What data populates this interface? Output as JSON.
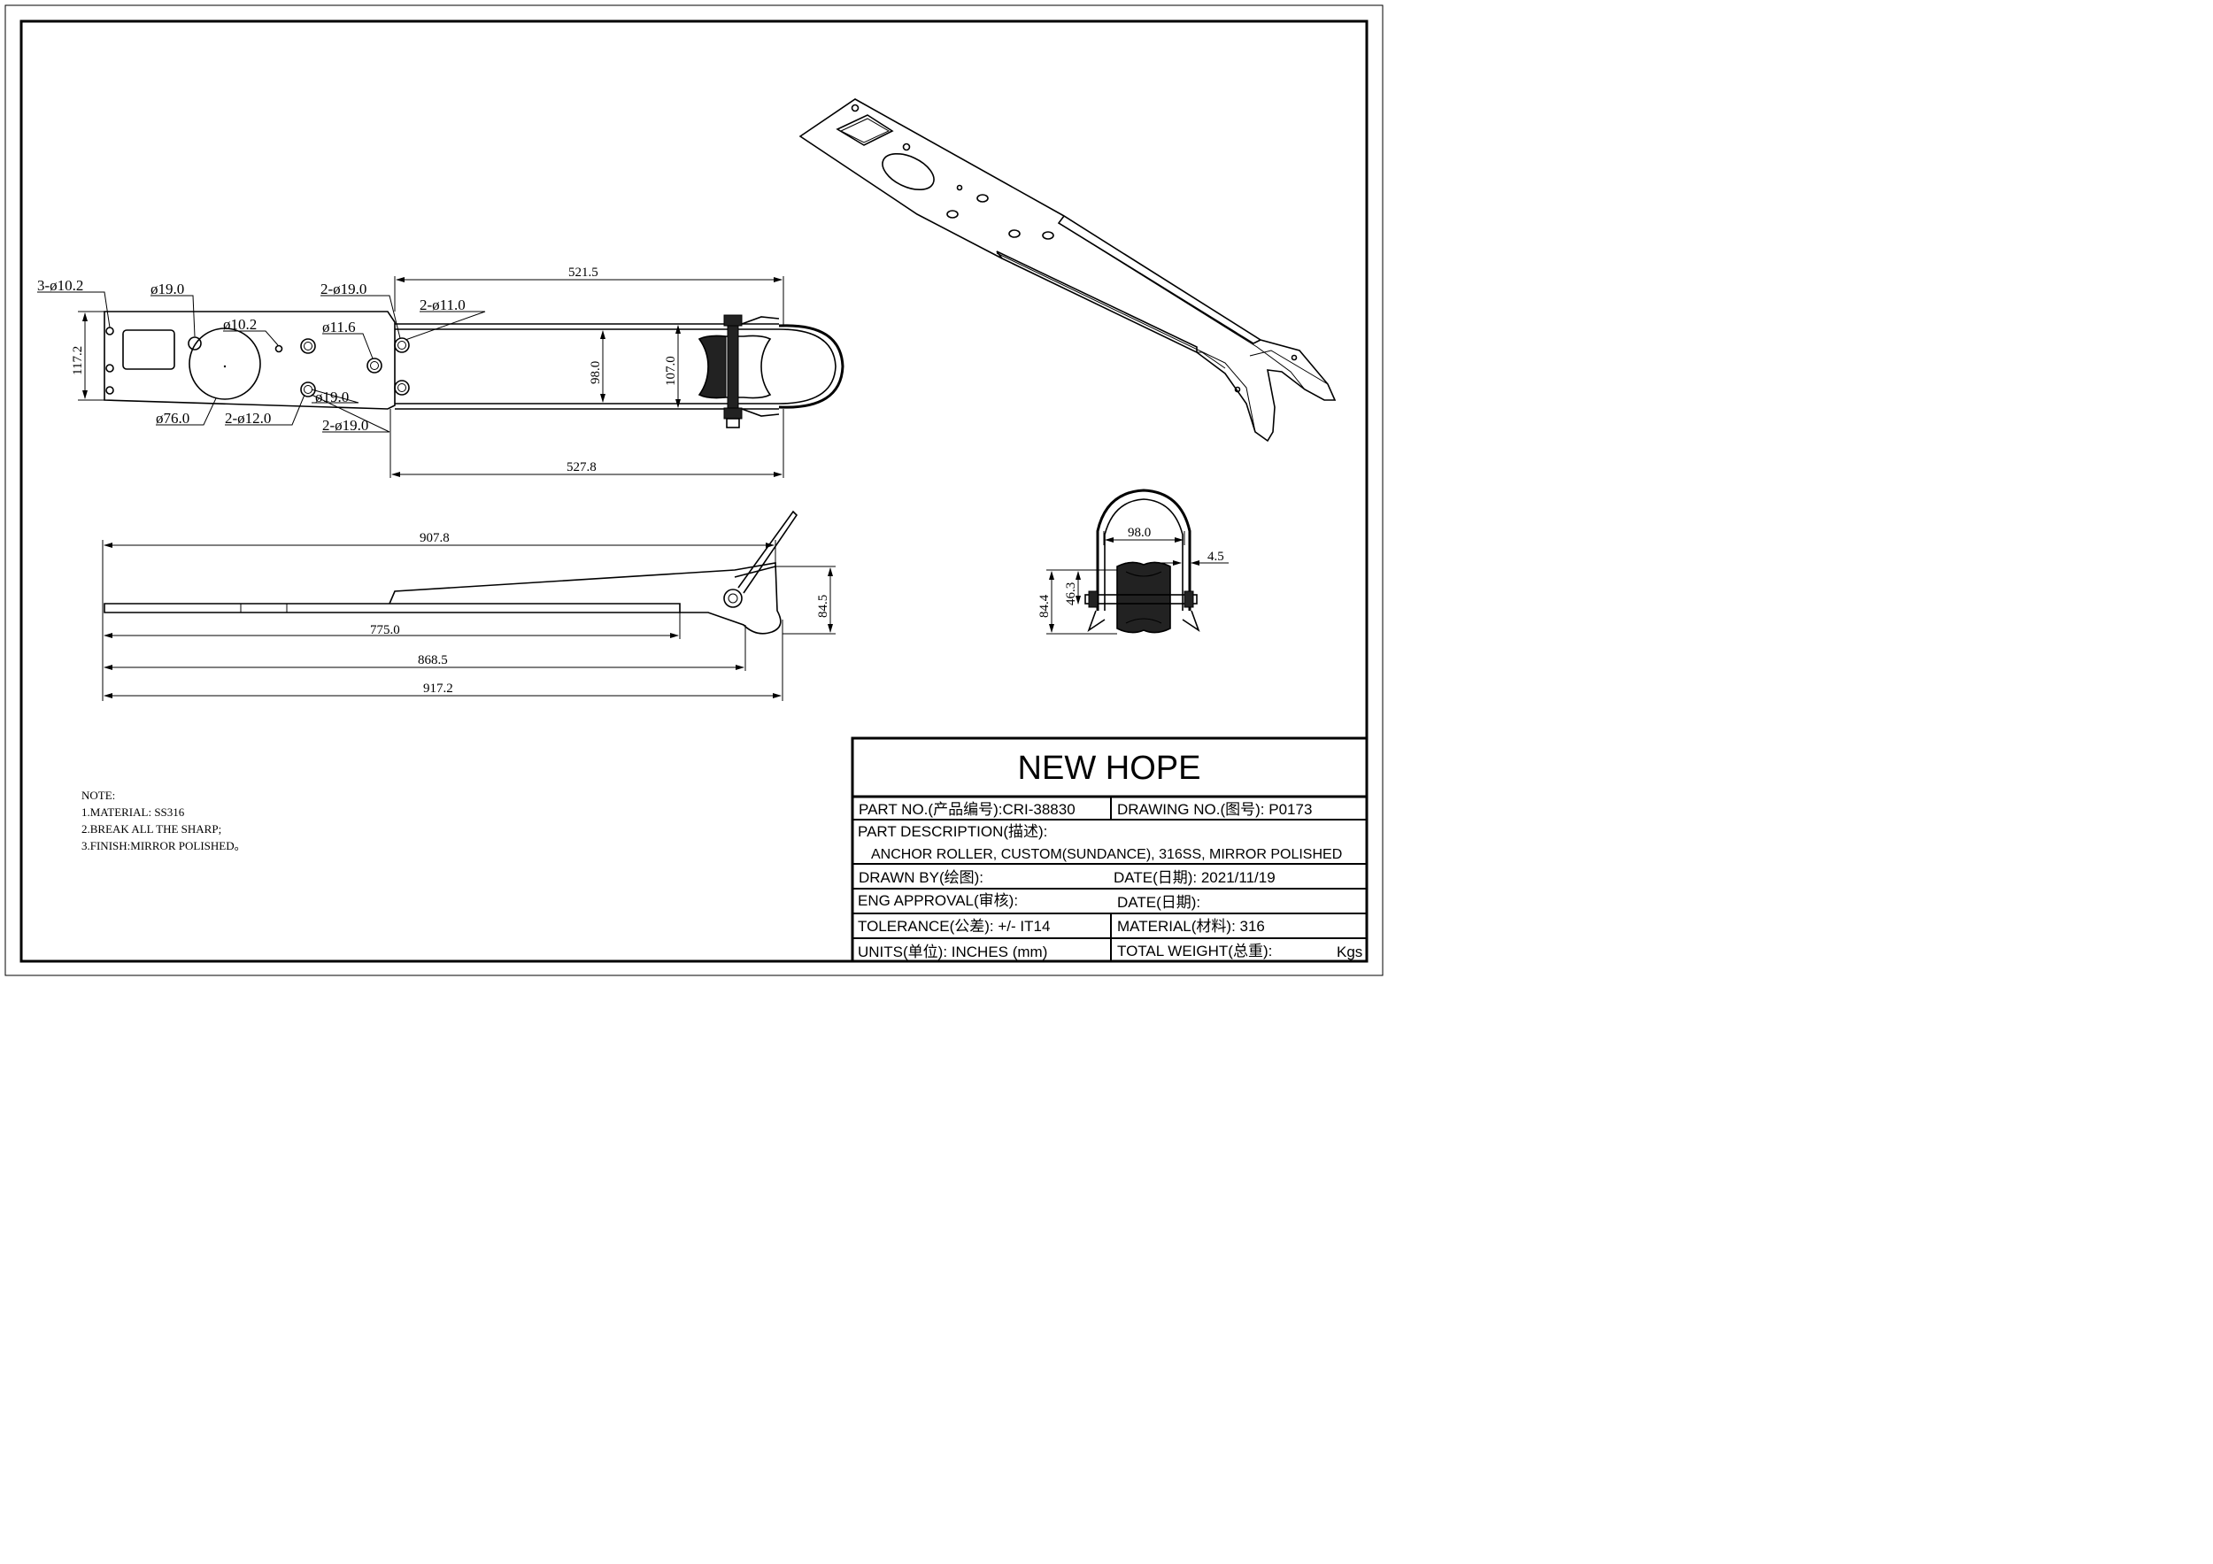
{
  "title_block": {
    "company": "NEW HOPE",
    "part_no": "PART NO.(产品编号):CRI-38830",
    "drawing_no": "DRAWING NO.(图号): P0173",
    "part_description_label": "PART DESCRIPTION(描述):",
    "part_description": "ANCHOR ROLLER, CUSTOM(SUNDANCE), 316SS, MIRROR POLISHED",
    "drawn_by": "DRAWN BY(绘图):",
    "date_drawn": "DATE(日期): 2021/11/19",
    "eng_approval": "ENG APPROVAL(审核):",
    "date_approval": "DATE(日期):",
    "tolerance": "TOLERANCE(公差): +/- IT14",
    "material": "MATERIAL(材料): 316",
    "units": "UNITS(单位): INCHES (mm)",
    "total_weight": "TOTAL WEIGHT(总重):",
    "weight_unit": "Kgs"
  },
  "notes": {
    "heading": "NOTE:",
    "items": [
      "1.MATERIAL: SS316",
      "2.BREAK ALL THE SHARP;",
      "3.FINISH:MIRROR POLISHED。"
    ]
  },
  "top_view": {
    "callouts": {
      "holes_3x10_2": "3-ø10.2",
      "hole_19_0": "ø19.0",
      "hole_10_2": "ø10.2",
      "holes_2x19_0_top": "2-ø19.0",
      "holes_2x11_0": "2-ø11.0",
      "hole_11_6": "ø11.6",
      "hole_76_0": "ø76.0",
      "holes_2x12_0": "2-ø12.0",
      "hole_19_0_b": "ø19.0",
      "holes_2x19_0_bottom": "2-ø19.0"
    },
    "dims": {
      "len_521_5": "521.5",
      "len_527_8": "527.8",
      "width_117_2": "117.2",
      "width_98_0": "98.0",
      "width_107_0": "107.0"
    }
  },
  "side_view": {
    "dims": {
      "len_907_8": "907.8",
      "len_775_0": "775.0",
      "len_868_5": "868.5",
      "len_917_2": "917.2",
      "height_84_5": "84.5"
    }
  },
  "end_view": {
    "dims": {
      "width_98_0": "98.0",
      "gap_4_5": "4.5",
      "height_84_4": "84.4",
      "height_46_3": "46.3"
    }
  }
}
